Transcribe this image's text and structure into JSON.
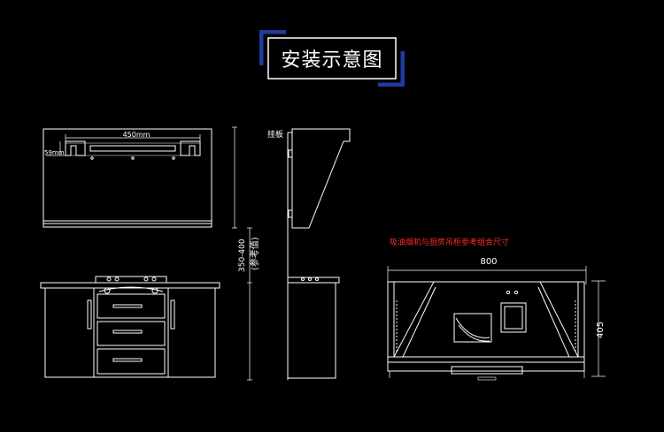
{
  "title": "安装示意图",
  "front_view": {
    "width_label": "450mm",
    "offset_label": "59mm"
  },
  "side_view": {
    "mount_plate_label": "挂板",
    "height_label": "350-400",
    "reference_label": "(参考值)"
  },
  "cabinet_view": {
    "note": "吸油烟机与厨房吊柜参考组合尺寸",
    "width_value": "800",
    "height_value": "405"
  },
  "colors": {
    "line": "#ffffff",
    "title_frame": "#1f3c9e",
    "note": "#ff2a2a",
    "background": "#000000"
  }
}
